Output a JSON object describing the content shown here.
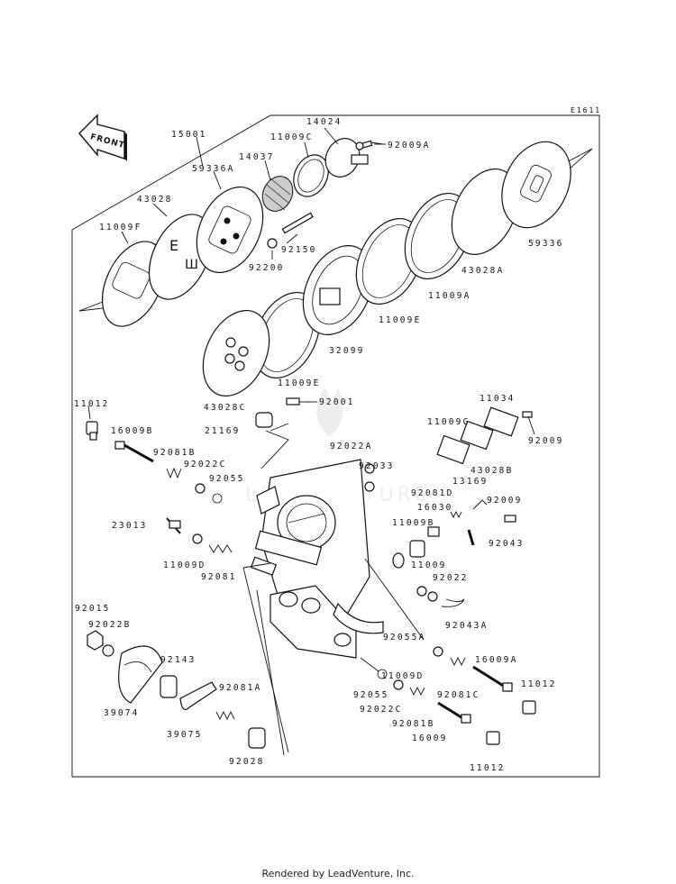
{
  "diagram_code": "E1611",
  "front_label": "FRONT",
  "footer": "Rendered by LeadVenture, Inc.",
  "watermark_text": "LEADVENTURE",
  "callouts": [
    "15001",
    "14024",
    "11009C",
    "92009A",
    "14037",
    "59336A",
    "43028",
    "11009F",
    "92150",
    "92200",
    "59336",
    "43028A",
    "11009A",
    "11009E",
    "32099",
    "11009E",
    "43028C",
    "11012",
    "92001",
    "21169",
    "11034",
    "11009G",
    "92009",
    "43028B",
    "16009B",
    "92081B",
    "92022C",
    "92055",
    "92022A",
    "92033",
    "92081D",
    "13169",
    "16030",
    "92009",
    "11009B",
    "92043",
    "23013",
    "11009D",
    "92081",
    "11009",
    "92022",
    "92043A",
    "92015",
    "92022B",
    "92143",
    "92081A",
    "39074",
    "39075",
    "92028",
    "92055A",
    "16009A",
    "11012",
    "11009D",
    "92081C",
    "92055",
    "92022C",
    "92081B",
    "16009",
    "11012"
  ]
}
